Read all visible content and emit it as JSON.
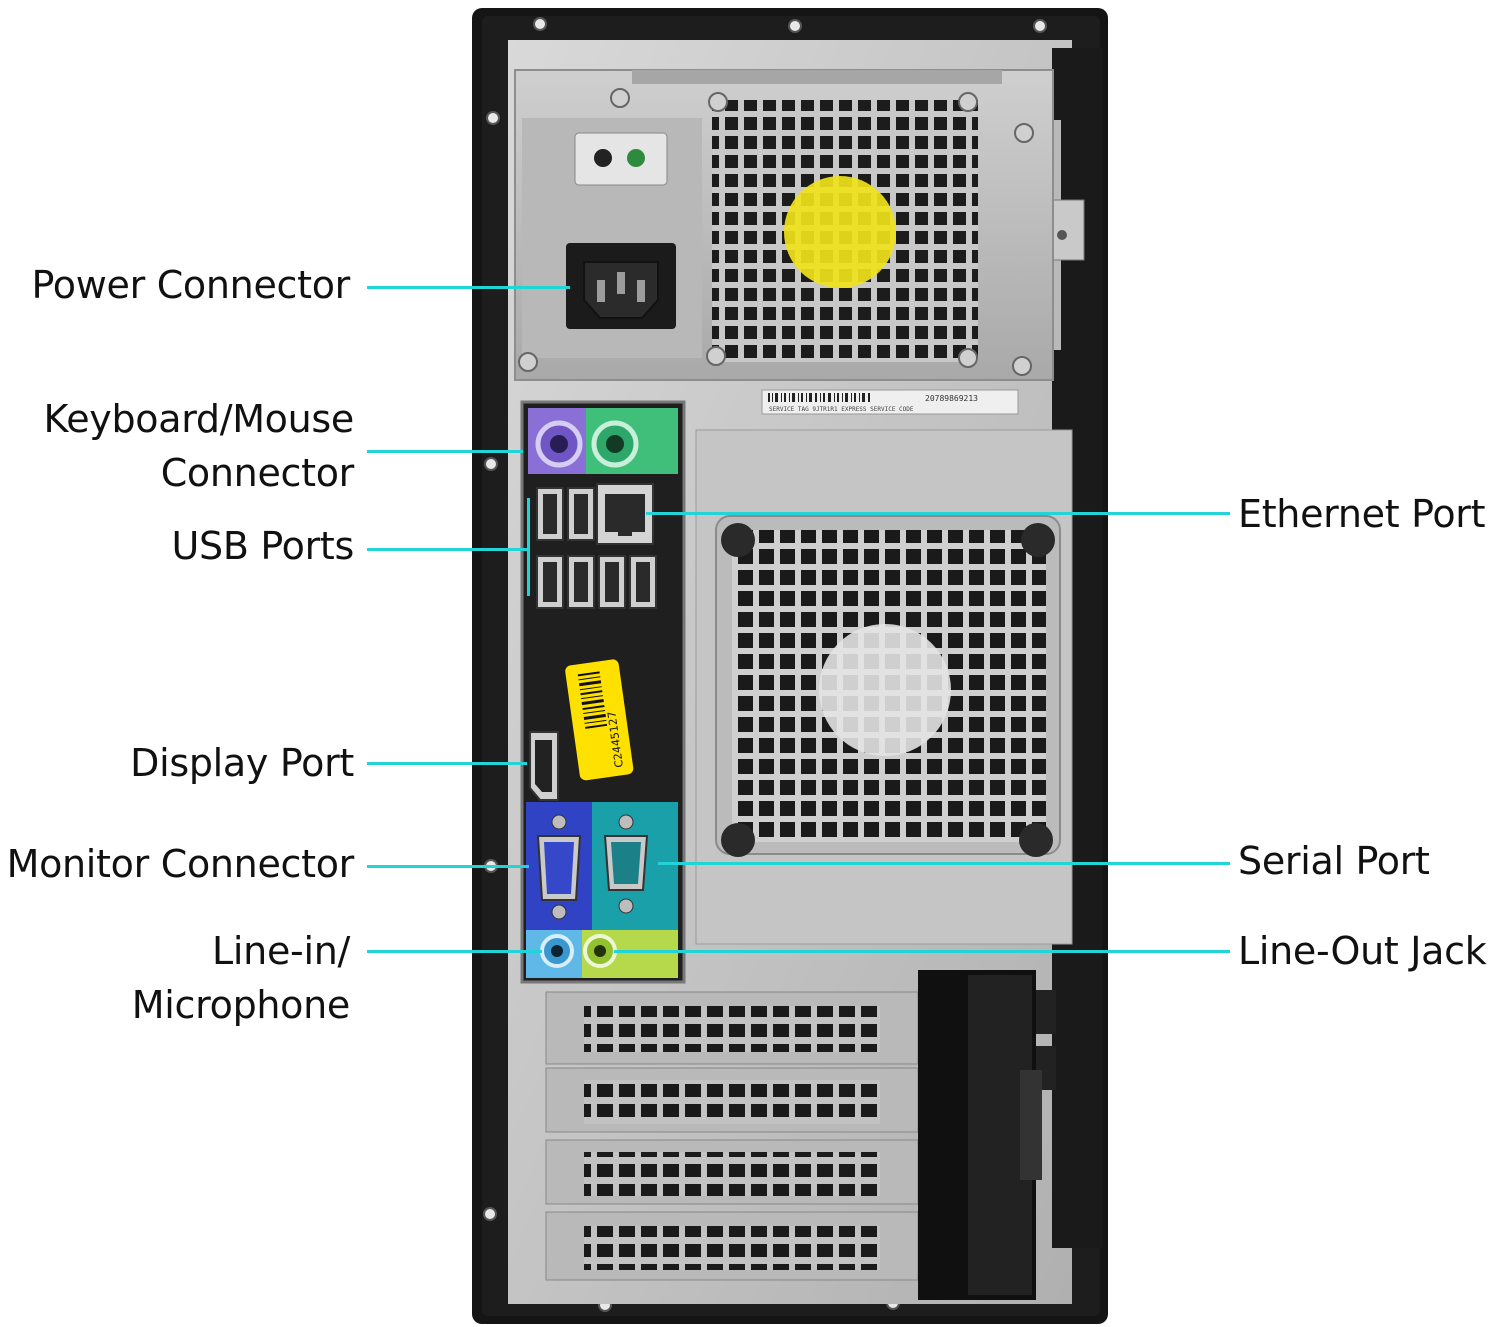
{
  "callouts": {
    "power_connector": "Power Connector",
    "keyboard_mouse_line1": "Keyboard/Mouse",
    "keyboard_mouse_line2": "Connector",
    "usb_ports": "USB Ports",
    "display_port": "Display Port",
    "monitor_connector": "Monitor Connector",
    "line_in_line1": "Line-in/",
    "line_in_line2": "Microphone",
    "ethernet_port": "Ethernet Port",
    "serial_port": "Serial Port",
    "line_out_jack": "Line-Out Jack"
  },
  "stickers": {
    "asset_tag": "C2445127",
    "service_tag_number": "20789869213",
    "service_tag_caption": "SERVICE  TAG 9JTR1R1   EXPRESS SERVICE CODE"
  },
  "colors": {
    "leader_line": "#22d3d8",
    "ps2_keyboard": "#8a6fd6",
    "ps2_mouse": "#3fbf7a",
    "vga_port": "#2f43c4",
    "serial_port": "#1aa0a8",
    "line_in": "#5fb8e8",
    "line_out": "#b5d94a",
    "asset_sticker": "#ffe100"
  }
}
